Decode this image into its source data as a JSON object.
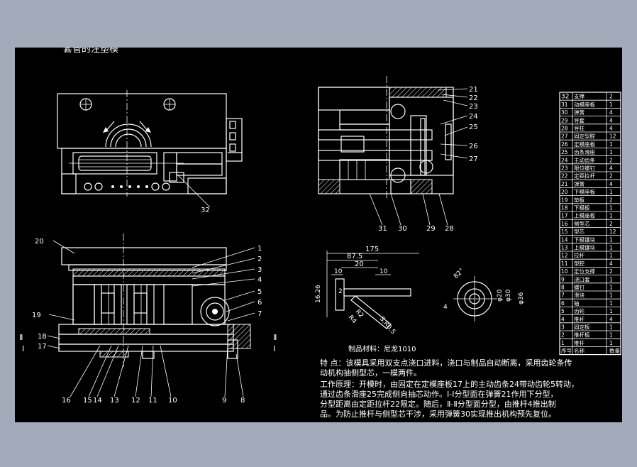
{
  "title": "套管的注塑模",
  "material": "制品材料：尼龙1010",
  "notes": [
    "特 点：该模具采用双支点浇口进料，浇口与制品自动断离，采用齿轮条传",
    "动机构抽侧型芯，一模两件。",
    "工作原理：开模时，由固定在定模座板17上的主动齿条24带动齿轮5转动，",
    "通过齿条滑座25完成侧向抽芯动作。Ⅰ-Ⅰ分型面在弹簧21作用下分型，",
    "分型距离由定距拉杆22限定。随后，Ⅱ-Ⅱ分型面分型，由推杆4推出制",
    "品。为防止推杆与侧型芯干涉，采用弹簧30实现推出机构预先复位。"
  ],
  "callouts": {
    "top_view": [
      "32"
    ],
    "section": [
      "21",
      "22",
      "23",
      "24",
      "25",
      "26",
      "27",
      "31",
      "30",
      "29",
      "28"
    ],
    "front": [
      "20",
      "1",
      "2",
      "3",
      "4",
      "5",
      "6",
      "7",
      "19",
      "18",
      "17",
      "16",
      "15",
      "14",
      "13",
      "12",
      "11",
      "10",
      "9",
      "8"
    ],
    "section_marks": [
      "Ⅱ",
      "Ⅰ",
      "Ⅱ",
      "Ⅰ"
    ]
  },
  "part_dims": {
    "d175": "175",
    "d875": "87.5",
    "d20": "20",
    "d10a": "10",
    "d10b": "10",
    "d2": "2",
    "d1626": "16.26",
    "r2": "R2",
    "r4": "R4",
    "m": "S.R0.5",
    "phi36": "φ36",
    "phi20": "φ20",
    "phi30": "φ30",
    "four": "4",
    "angle": "82°"
  },
  "bom": {
    "header": [
      "序号",
      "名称",
      "数量"
    ],
    "rows": [
      [
        "32",
        "支撑",
        "2"
      ],
      [
        "31",
        "动模座板",
        "1"
      ],
      [
        "30",
        "弹簧",
        "4"
      ],
      [
        "29",
        "导套",
        "4"
      ],
      [
        "28",
        "导柱",
        "4"
      ],
      [
        "27",
        "固定型腔",
        "12"
      ],
      [
        "26",
        "定模座板",
        "1"
      ],
      [
        "25",
        "齿条滑座",
        "1"
      ],
      [
        "24",
        "主动齿条",
        "2"
      ],
      [
        "23",
        "限位螺钉",
        "4"
      ],
      [
        "22",
        "定距拉杆",
        "2"
      ],
      [
        "21",
        "弹簧",
        "4"
      ],
      [
        "20",
        "下模座板",
        "1"
      ],
      [
        "19",
        "垫板",
        "2"
      ],
      [
        "18",
        "下模板",
        "1"
      ],
      [
        "17",
        "上模座板",
        "1"
      ],
      [
        "16",
        "侧型芯",
        "2"
      ],
      [
        "15",
        "型芯",
        "12"
      ],
      [
        "14",
        "下模镶块",
        "1"
      ],
      [
        "13",
        "上模镶块",
        "1"
      ],
      [
        "12",
        "拉杆",
        "1"
      ],
      [
        "11",
        "型腔",
        "4"
      ],
      [
        "10",
        "定位支撑",
        "2"
      ],
      [
        "9",
        "浇口套",
        "1"
      ],
      [
        "8",
        "螺钉",
        "1"
      ],
      [
        "7",
        "滑块",
        "1"
      ],
      [
        "6",
        "轴",
        "1"
      ],
      [
        "5",
        "齿轮",
        "1"
      ],
      [
        "4",
        "推杆",
        "4"
      ],
      [
        "3",
        "固定板",
        "1"
      ],
      [
        "2",
        "推杆板",
        "1"
      ],
      [
        "1",
        "推杆",
        "1"
      ]
    ]
  }
}
